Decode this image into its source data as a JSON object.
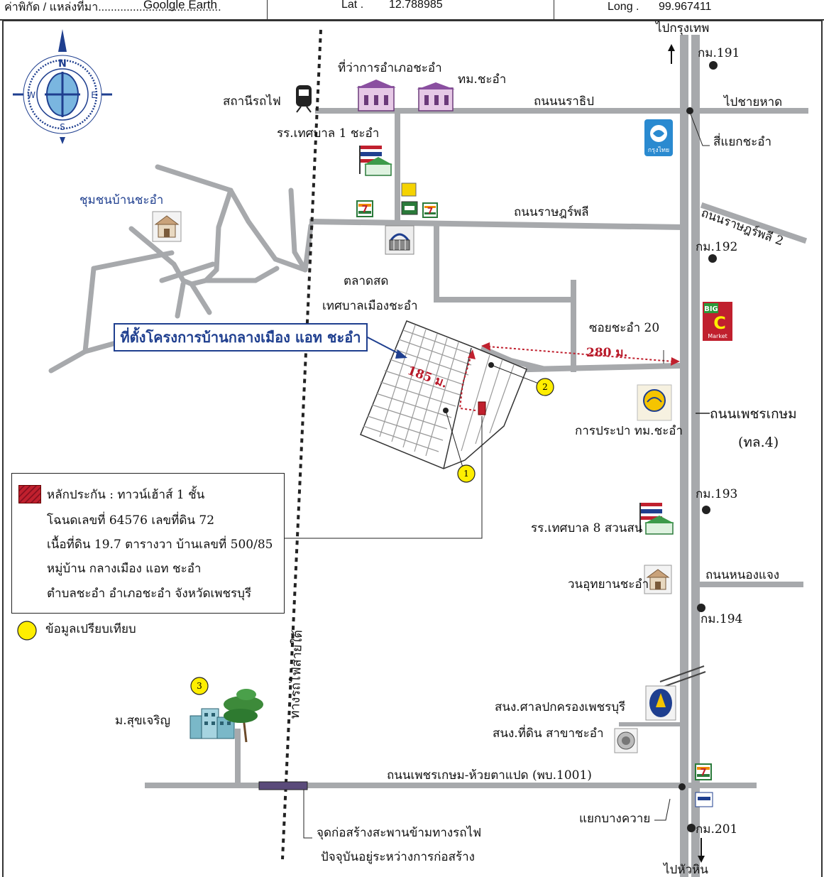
{
  "header": {
    "source_label": "ค่าพิกัด / แหล่งที่มา.......................................",
    "source_value": "Goolgle Earth",
    "lat_label": "Lat .",
    "lat_value": "12.788985",
    "long_label": "Long .",
    "long_value": "99.967411"
  },
  "compass": {
    "n": "N",
    "s": "S",
    "e": "E",
    "w": "W"
  },
  "roads": {
    "to_bangkok": "ไปกรุงเทพ",
    "to_beach": "ไปชายหาด",
    "rachip": "ถนนนราธิป",
    "ratpli": "ถนนราษฎร์พลี",
    "ratpli2": "ถนนราษฎร์พลี 2",
    "soi20": "ซอยชะอำ 20",
    "phetkasem": "ถนนเพชรเกษม",
    "route4": "(ทล.4)",
    "nongjaeng": "ถนนหนองแจง",
    "phetkasem_huaytapaet": "ถนนเพชรเกษม-ห้วยตาแปด (พบ.1001)",
    "railway": "ทางรถไฟสายใต้",
    "to_south": "ไปหัวหิน"
  },
  "km": {
    "k191": "กม.191",
    "k192": "กม.192",
    "k193": "กม.193",
    "k194": "กม.194",
    "k201": "กม.201"
  },
  "places": {
    "district_office": "ที่ว่าการอำเภอชะอำ",
    "municipality": "ทม.ชะอำ",
    "station": "สถานีรถไฟ",
    "school1": "รร.เทศบาล 1 ชะอำ",
    "community": "ชุมชนบ้านชะอำ",
    "intersection": "สี่แยกชะอำ",
    "market_line1": "ตลาดสด",
    "market_line2": "เทศบาลเมืองชะอำ",
    "waterworks": "การประปา ทม.ชะอำ",
    "school8": "รร.เทศบาล 8 สวนสน",
    "park": "วนอุทยานชะอำ",
    "court": "สนง.ศาลปกครองเพชรบุรี",
    "land_office": "สนง.ที่ดิน สาขาชะอำ",
    "village": "ม.สุขเจริญ",
    "bangkwai": "แยกบางควาย",
    "bridge_line1": "จุดก่อสร้างสะพานข้ามทางรถไฟ",
    "bridge_line2": "ปัจจุบันอยู่ระหว่างการก่อสร้าง",
    "bigc_big": "BIG",
    "bigc_c": "C",
    "bigc_market": "Market",
    "ktb": "กรุงไทย",
    "seven": "7"
  },
  "project_callout": "ที่ตั้งโครงการบ้านกลางเมือง แอท ชะอำ",
  "distances": {
    "d185": "185 ม.",
    "d280": "280 ม."
  },
  "comparables": [
    "1",
    "2",
    "3"
  ],
  "legend": {
    "collateral": "หลักประกัน : ทาวน์เฮ้าส์ 1 ชั้น",
    "deed": "โฉนดเลขที่ 64576  เลขที่ดิน 72",
    "area": "เนื้อที่ดิน 19.7 ตารางวา บ้านเลขที่ 500/85",
    "village": "หมู่บ้าน กลางเมือง แอท ชะอำ",
    "location": "ตำบลชะอำ อำเภอชะอำ จังหวัดเพชรบุรี",
    "compare": "ข้อมูลเปรียบเทียบ"
  },
  "colors": {
    "road": "#a7a9ac",
    "blue_text": "#1f3f8f",
    "red_marker": "#c0202e",
    "yellow_marker": "#ffee00",
    "bridge": "#5a4a7a"
  }
}
